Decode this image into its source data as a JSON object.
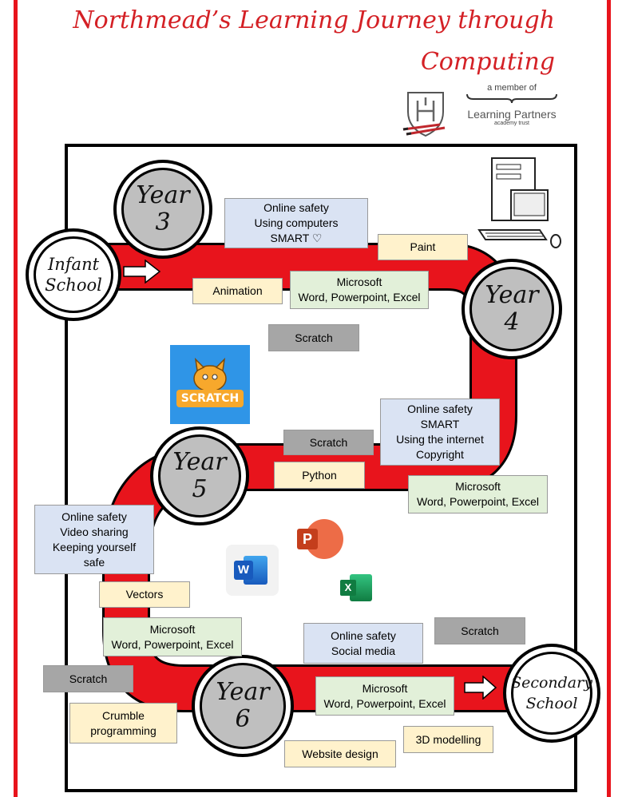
{
  "title": {
    "line1": "Northmead’s Learning Journey through",
    "line2": "Computing"
  },
  "member_of": "a member of",
  "partner_name": "Learning Partners",
  "partner_sub": "academy trust",
  "colors": {
    "path": "#e8141c",
    "border": "#e8141c"
  },
  "stops": {
    "infant": "Infant\nSchool",
    "year3": "Year\n3",
    "year4": "Year\n4",
    "year5": "Year\n5",
    "year6": "Year\n6",
    "secondary": "Secondary\nSchool"
  },
  "boxes": {
    "y3_safety": "Online safety\nUsing computers\nSMART ♡",
    "paint": "Paint",
    "animation": "Animation",
    "y3_microsoft": "Microsoft\nWord, Powerpoint, Excel",
    "y4_scratch": "Scratch",
    "y4_safety": "Online safety\nSMART\nUsing the internet\nCopyright",
    "y5_scratch": "Scratch",
    "python": "Python",
    "y4_microsoft": "Microsoft\nWord, Powerpoint, Excel",
    "y5_safety": "Online safety\nVideo sharing\nKeeping yourself\nsafe",
    "vectors": "Vectors",
    "y5_microsoft": "Microsoft\nWord, Powerpoint, Excel",
    "y6_safety": "Online safety\nSocial media",
    "y6_scratch_right": "Scratch",
    "y6_scratch_left": "Scratch",
    "y6_microsoft": "Microsoft\nWord, Powerpoint, Excel",
    "crumble": "Crumble\nprogramming",
    "modelling": "3D modelling",
    "website": "Website design"
  },
  "logos": {
    "scratch": "SCRATCH",
    "powerpoint": "P",
    "word": "W",
    "excel": "X"
  }
}
